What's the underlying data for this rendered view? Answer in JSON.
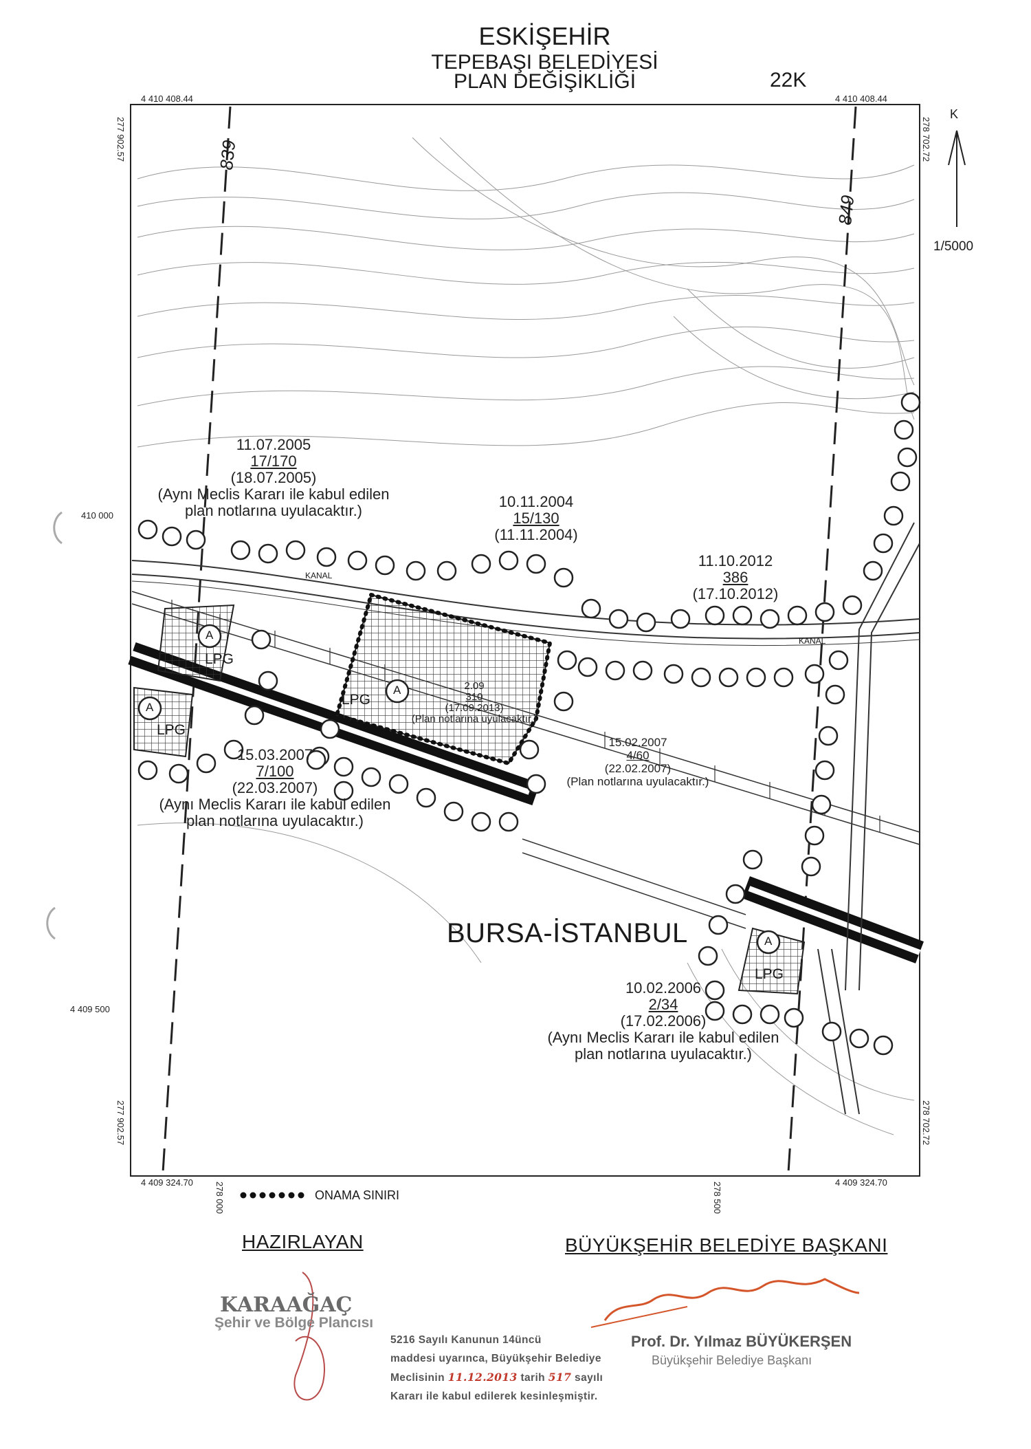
{
  "header": {
    "city": "ESKİŞEHİR",
    "municipality": "TEPEBAŞI BELEDİYESİ",
    "doc_type": "PLAN DEĞİŞİKLİĞİ",
    "sheet": "22K"
  },
  "coordinates": {
    "top_left": "4 410 408.44",
    "top_right": "4 410 408.44",
    "bottom_left": "4 409 324.70",
    "bottom_right": "4 409 324.70",
    "left_mid": "410 000",
    "left_low": "4 409 500",
    "left_top_vert": "277 902.57",
    "left_bottom_vert": "277 902.57",
    "right_top_vert": "278 702.72",
    "right_bottom_vert": "278 702.72",
    "bottom_x1": "278 000",
    "bottom_x2": "278 500"
  },
  "north": {
    "letter": "K",
    "scale": "1/5000"
  },
  "grid_lines": {
    "left": "839",
    "right": "849"
  },
  "notes": [
    {
      "date": "11.07.2005",
      "no": "17/170",
      "date2": "(18.07.2005)",
      "text1": "(Aynı Meclis Kararı ile kabul edilen",
      "text2": "plan notlarına uyulacaktır.)"
    },
    {
      "date": "10.11.2004",
      "no": "15/130",
      "date2": "(11.11.2004)"
    },
    {
      "date": "11.10.2012",
      "no": "386",
      "date2": "(17.10.2012)"
    },
    {
      "date": "15.03.2007",
      "no": "7/100",
      "date2": "(22.03.2007)",
      "text1": "(Aynı Meclis Kararı ile kabul edilen",
      "text2": "plan notlarına uyulacaktır.)"
    },
    {
      "date": "15.02.2007",
      "no": "4/60",
      "date2": "(22.02.2007)",
      "text1": "(Plan notlarına uyulacaktır.)"
    },
    {
      "date": "2.09",
      "no": "310",
      "date2": "(17.09.2013)",
      "text1": "(Plan notlarına uyulacaktır.)"
    },
    {
      "date": "10.02.2006",
      "no": "2/34",
      "date2": "(17.02.2006)",
      "text1": "(Aynı Meclis Kararı ile kabul edilen",
      "text2": "plan notlarına uyulacaktır.)"
    }
  ],
  "labels": {
    "lpg": "LPG",
    "a": "A",
    "kanal": "KANAL",
    "road": "BURSA-İSTANBUL",
    "onama": "ONAMA SINIRI"
  },
  "footer": {
    "prepared_by": "HAZIRLAYAN",
    "mayor_title": "BÜYÜKŞEHİR BELEDİYE BAŞKANI",
    "planner_name": "KARAAĞAÇ",
    "planner_role": "Şehir ve Bölge Plancısı",
    "law_line1": "5216 Sayılı Kanunun 14üncü",
    "law_line2": "maddesi uyarınca, Büyükşehir Belediye",
    "law_line3a": "Meclisinin",
    "law_date": "11.12.2013",
    "law_line3b": "tarih",
    "law_no": "517",
    "law_line3c": "sayılı",
    "law_line4": "Kararı ile kabul edilerek kesinleşmiştir.",
    "mayor_name": "Prof. Dr. Yılmaz BÜYÜKERŞEN",
    "mayor_role": "Büyükşehir Belediye Başkanı"
  }
}
